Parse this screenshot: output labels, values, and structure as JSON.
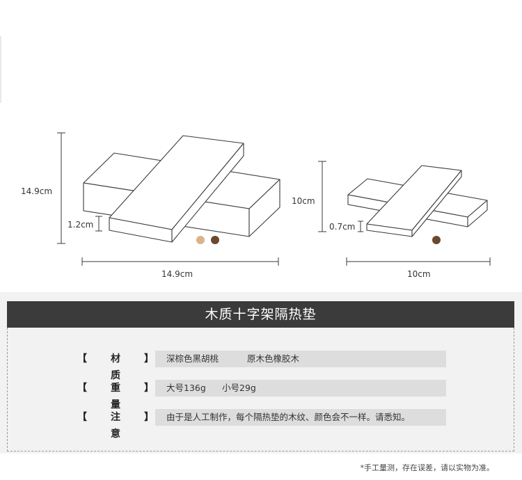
{
  "large": {
    "height_label": "14.9cm",
    "thickness_label": "1.2cm",
    "width_label": "14.9cm",
    "swatches": [
      "#d9b48a",
      "#6b4830"
    ]
  },
  "small": {
    "height_label": "10cm",
    "thickness_label": "0.7cm",
    "width_label": "10cm",
    "swatches": [
      "#6b4830"
    ]
  },
  "spec": {
    "title": "木质十字架隔热垫",
    "rows": [
      {
        "bracket_open": "【",
        "label": "材质",
        "bracket_close": "】",
        "values": [
          "深棕色黑胡桃",
          "原木色橡胶木"
        ]
      },
      {
        "bracket_open": "【",
        "label": "重量",
        "bracket_close": "】",
        "values": [
          "大号136g",
          "小号29g"
        ]
      },
      {
        "bracket_open": "【",
        "label": "注意",
        "bracket_close": "】",
        "values": [
          "由于是人工制作，每个隔热垫的木纹、颜色会不一样。请悉知。"
        ]
      }
    ]
  },
  "footnote": "*手工量测，存在误差，请以实物为准。"
}
